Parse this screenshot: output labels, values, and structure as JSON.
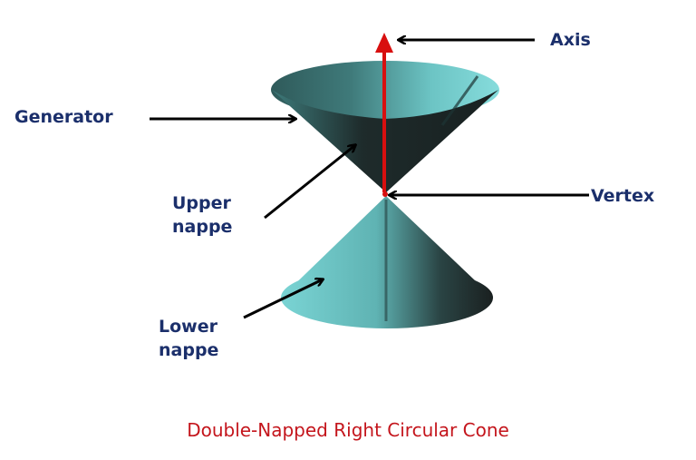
{
  "labels": {
    "axis": "Axis",
    "generator": "Generator",
    "upper_nappe_line1": "Upper",
    "upper_nappe_line2": "nappe",
    "vertex": "Vertex",
    "lower_nappe_line1": "Lower",
    "lower_nappe_line2": "nappe"
  },
  "caption": "Double-Napped Right Circular Cone",
  "colors": {
    "label_text": "#1b2f6b",
    "caption_text": "#c4151c",
    "axis_arrow": "#d80f0f",
    "cone_light": "#7fd6d6",
    "cone_dark": "#1c2424",
    "arrow_lines": "#000000"
  }
}
